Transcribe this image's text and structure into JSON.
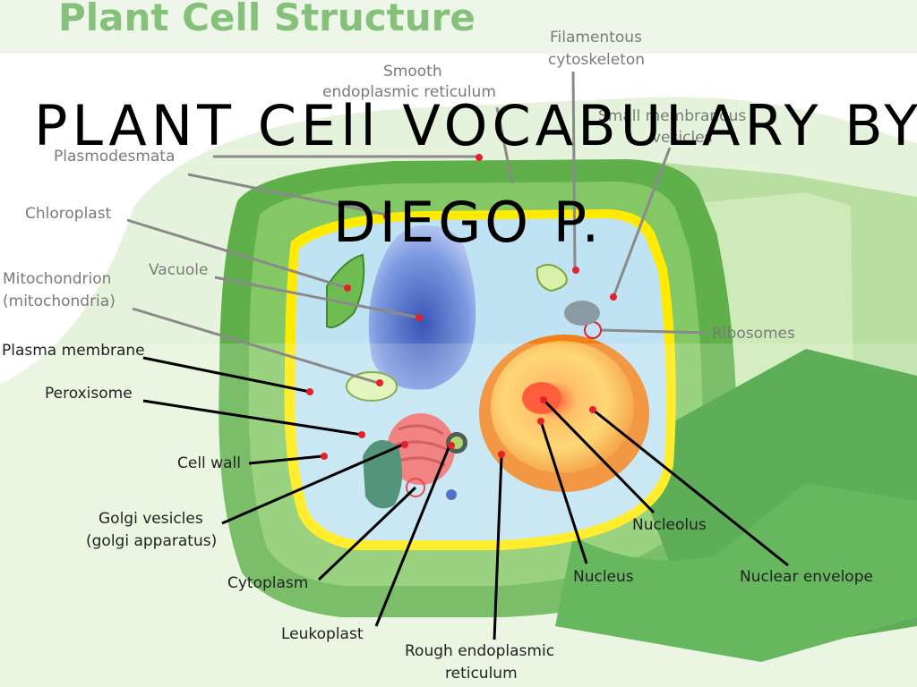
{
  "diagram": {
    "title": "Plant Cell Structure",
    "overlay": {
      "line1": "PLANT CEll VOCABULARY BY:",
      "line2": "DIEGO P."
    },
    "labels": {
      "smooth_er_1": "Smooth",
      "smooth_er_2": "endoplasmic reticulum",
      "filamentous_1": "Filamentous",
      "filamentous_2": "cytoskeleton",
      "small_vesicles_1": "Small membranous",
      "small_vesicles_2": "vesicles",
      "plasmodesmata": "Plasmodesmata",
      "chloroplast": "Chloroplast",
      "vacuole": "Vacuole",
      "mitochondrion_1": "Mitochondrion",
      "mitochondrion_2": "(mitochondria)",
      "ribosomes": "Ribosomes",
      "plasma_membrane": "Plasma membrane",
      "peroxisome": "Peroxisome",
      "cell_wall": "Cell wall",
      "golgi_1": "Golgi vesicles",
      "golgi_2": "(golgi apparatus)",
      "cytoplasm": "Cytoplasm",
      "leukoplast": "Leukoplast",
      "rough_er_1": "Rough endoplasmic",
      "rough_er_2": "reticulum",
      "nucleolus": "Nucleolus",
      "nucleus": "Nucleus",
      "nuclear_envelope": "Nuclear envelope"
    },
    "colors": {
      "title_green": "#86c17c",
      "cell_wall_green": "#5fb04a",
      "cytoplasm_blue": "#bfe3f2",
      "vacuole_blue": "#5577c8",
      "nucleus_orange": "#f29a22",
      "golgi_red": "#f06868",
      "label_dot": "#e4202a"
    }
  }
}
